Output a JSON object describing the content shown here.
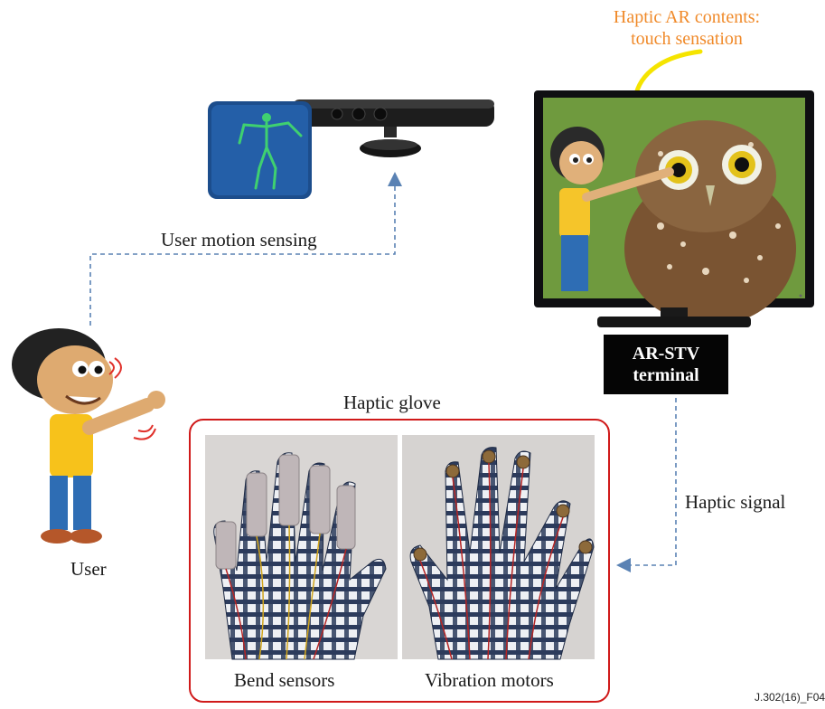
{
  "haptic_ar": {
    "line1": "Haptic AR contents:",
    "line2": "touch sensation"
  },
  "motion_label": "User motion sensing",
  "terminal": {
    "line1": "AR-STV",
    "line2": "terminal"
  },
  "glove": {
    "title": "Haptic glove",
    "left_caption": "Bend sensors",
    "right_caption": "Vibration motors"
  },
  "haptic_signal_label": "Haptic signal",
  "user_label": "User",
  "figure_ref": "J.302(16)_F04",
  "colors": {
    "arrow": "#5a82b4",
    "glove_border": "#d01a1a",
    "orange": "#f08a2a",
    "callout_yellow": "#f5e400"
  }
}
